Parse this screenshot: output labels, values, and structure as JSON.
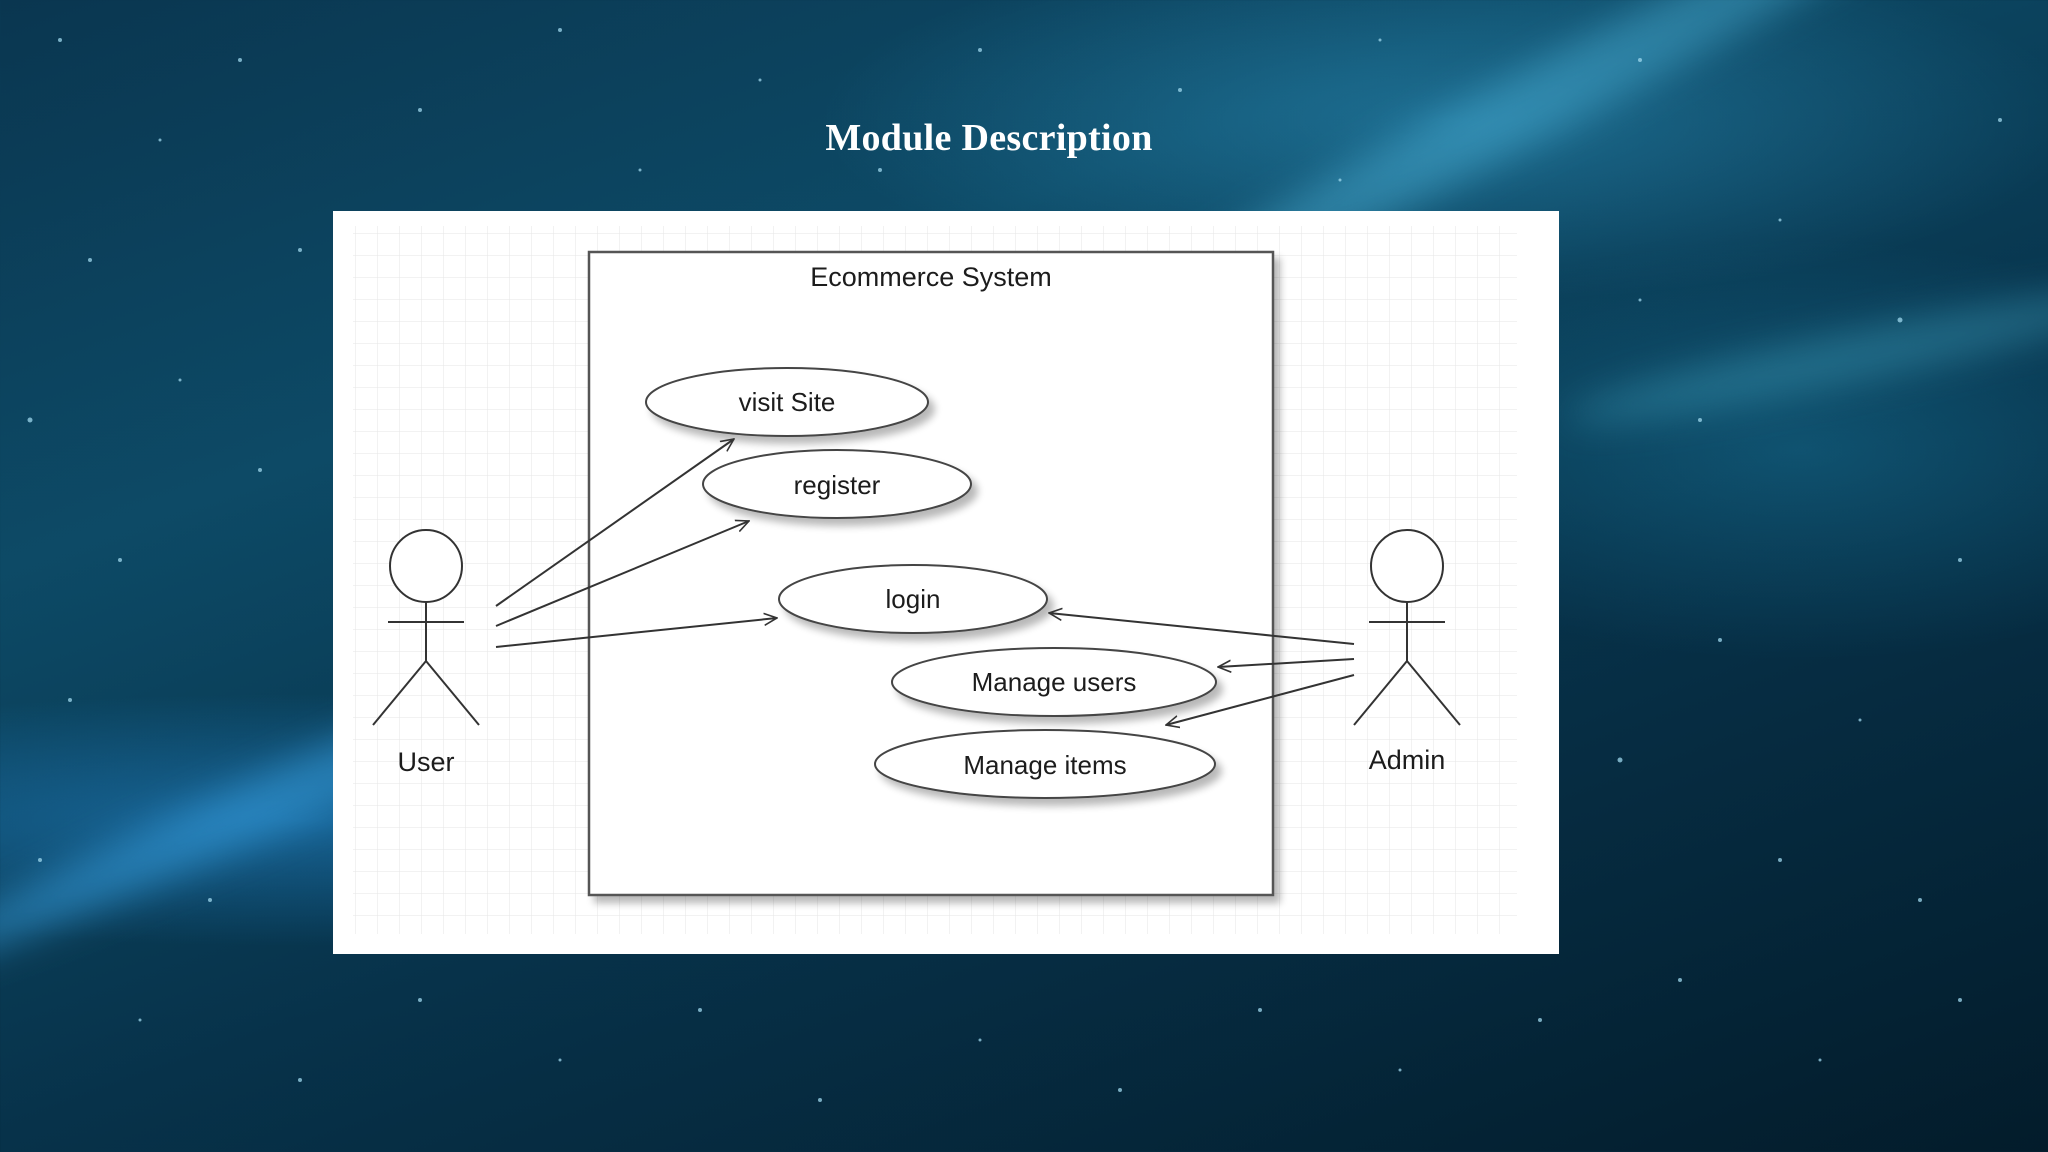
{
  "slide": {
    "title": "Module Description"
  },
  "diagram": {
    "system_name": "Ecommerce System",
    "actors": {
      "user": "User",
      "admin": "Admin"
    },
    "use_cases": {
      "visit_site": "visit Site",
      "register": "register",
      "login": "login",
      "manage_users": "Manage users",
      "manage_items": "Manage items"
    },
    "associations": [
      {
        "from": "User",
        "to": "visit Site"
      },
      {
        "from": "User",
        "to": "register"
      },
      {
        "from": "User",
        "to": "login"
      },
      {
        "from": "Admin",
        "to": "login"
      },
      {
        "from": "Admin",
        "to": "Manage users"
      },
      {
        "from": "Admin",
        "to": "Manage items"
      }
    ]
  },
  "colors": {
    "background": "#0b3d57",
    "card": "#ffffff",
    "grid": "#e6e6e6",
    "line": "#333333"
  }
}
